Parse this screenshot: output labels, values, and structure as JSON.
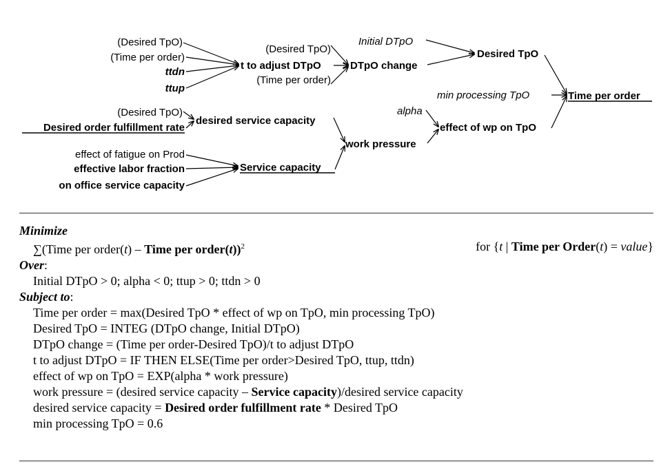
{
  "diagram": {
    "nodes": {
      "desired_tpo_1": "(Desired TpO)",
      "time_per_order_shadow": "(Time per order)",
      "ttdn": "ttdn",
      "ttup": "ttup",
      "desired_tpo_2": "(Desired TpO)",
      "t_to_adjust": "t to adjust DTpO",
      "time_per_order_shadow_2": "(Time per order)",
      "dtpo_change": "DTpO change",
      "initial_dtpo": "Initial DTpO",
      "desired_tpo": "Desired TpO",
      "min_processing_tpo": "min processing TpO",
      "time_per_order": "Time per order",
      "desired_tpo_3": "(Desired TpO)",
      "desired_order_fulfillment_rate": "Desired order fulfillment rate",
      "desired_service_capacity": "desired service capacity",
      "alpha": "alpha",
      "effect_of_wp_on_tpo": "effect of wp on TpO",
      "work_pressure": "work pressure",
      "effect_of_fatigue": "effect of fatigue on Prod",
      "effective_labor_fraction": "effective labor fraction",
      "on_office_service_capacity": "on office service capacity",
      "service_capacity": "Service capacity"
    }
  },
  "formulation": {
    "minimize_label": "Minimize",
    "objective": {
      "sigma": "∑(Time per order(",
      "t1": "t",
      "minus": ") – ",
      "bold_term": "Time per order(",
      "t2": "t",
      "bold_close": "))",
      "exp": "2"
    },
    "condition": {
      "prefix": "for {",
      "t": "t",
      "bar": " | ",
      "bold": "Time per Order",
      "paren_open": "(",
      "t2": "t",
      "paren_close": ") = ",
      "value": "value",
      "close": "}"
    },
    "over_label": "Over",
    "over_colon": ":",
    "over_text": "Initial DTpO > 0; alpha < 0; ttup > 0; ttdn > 0",
    "subject_label": "Subject to",
    "subject_colon": ":",
    "eq1": "Time per order = max(Desired TpO * effect of wp on TpO, min processing TpO)",
    "eq2": "Desired TpO = INTEG (DTpO change, Initial DTpO)",
    "eq3": "DTpO change = (Time per order-Desired TpO)/t to adjust DTpO",
    "eq4": "t to adjust DTpO = IF THEN ELSE(Time per order>Desired TpO, ttup, ttdn)",
    "eq5": "effect of wp on TpO = EXP(alpha * work pressure)",
    "eq6_a": "work pressure = (desired service capacity – ",
    "eq6_b": "Service capacity",
    "eq6_c": ")/desired service capacity",
    "eq7_a": "desired service capacity = ",
    "eq7_b": "Desired order fulfillment rate",
    "eq7_c": " * Desired TpO",
    "eq8": "min processing TpO = 0.6"
  }
}
